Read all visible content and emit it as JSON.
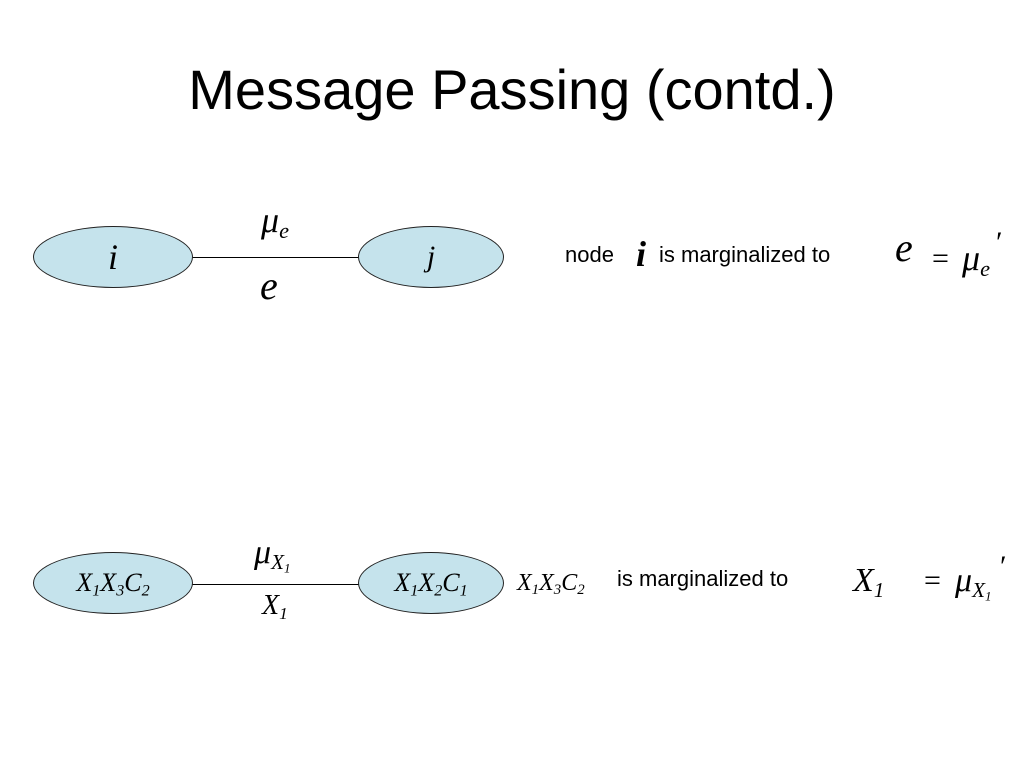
{
  "slide": {
    "title": "Message Passing (contd.)"
  },
  "colors": {
    "node_fill": "#c5e3ec",
    "node_stroke": "#222222",
    "text": "#000000"
  },
  "diagram1": {
    "node_left": "i",
    "node_right": "j",
    "message": {
      "base": "μ",
      "sub": "e"
    },
    "edge_label": "e",
    "statement": {
      "prefix": "node",
      "node": "i",
      "middle": "is marginalized to",
      "target": "e",
      "equals": "=",
      "rhs": {
        "base": "μ",
        "sub": "e",
        "prime": "′"
      }
    }
  },
  "diagram2": {
    "node_left": {
      "a": "X",
      "a_sub": "1",
      "b": "X",
      "b_sub": "3",
      "c": "C",
      "c_sub": "2"
    },
    "node_right": {
      "a": "X",
      "a_sub": "1",
      "b": "X",
      "b_sub": "2",
      "c": "C",
      "c_sub": "1"
    },
    "message": {
      "base": "μ",
      "sub": "X",
      "subsub": "1"
    },
    "edge_label": {
      "base": "X",
      "sub": "1"
    },
    "statement": {
      "lhs": {
        "a": "X",
        "a_sub": "1",
        "b": "X",
        "b_sub": "3",
        "c": "C",
        "c_sub": "2"
      },
      "middle": "is marginalized to",
      "target": {
        "base": "X",
        "sub": "1"
      },
      "equals": "=",
      "rhs": {
        "base": "μ",
        "sub": "X",
        "subsub": "1",
        "prime": "′"
      }
    }
  }
}
